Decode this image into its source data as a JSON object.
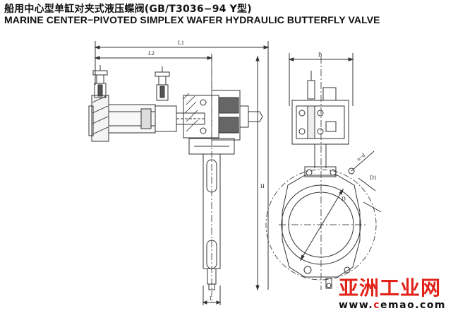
{
  "title_cn": "船用中心型单缸对夹式液压蝶阀(GB/T3036−94 Y型)",
  "title_en": "MARINE CENTER−PIVOTED SIMPLEX WAFER HYDRAULIC BUTTERFLY VALVE",
  "dimensions": {
    "L1": "L1",
    "L2": "L2",
    "L": "L",
    "B": "B",
    "H": "H",
    "n_d": "n−d",
    "D1": "D1",
    "D": "D"
  },
  "watermark": {
    "brand_cn": "亚洲工业网",
    "url_prefix": "www.",
    "url_mark": "c",
    "url_suffix": "emao.com",
    "brand_color": "#e2231a"
  }
}
